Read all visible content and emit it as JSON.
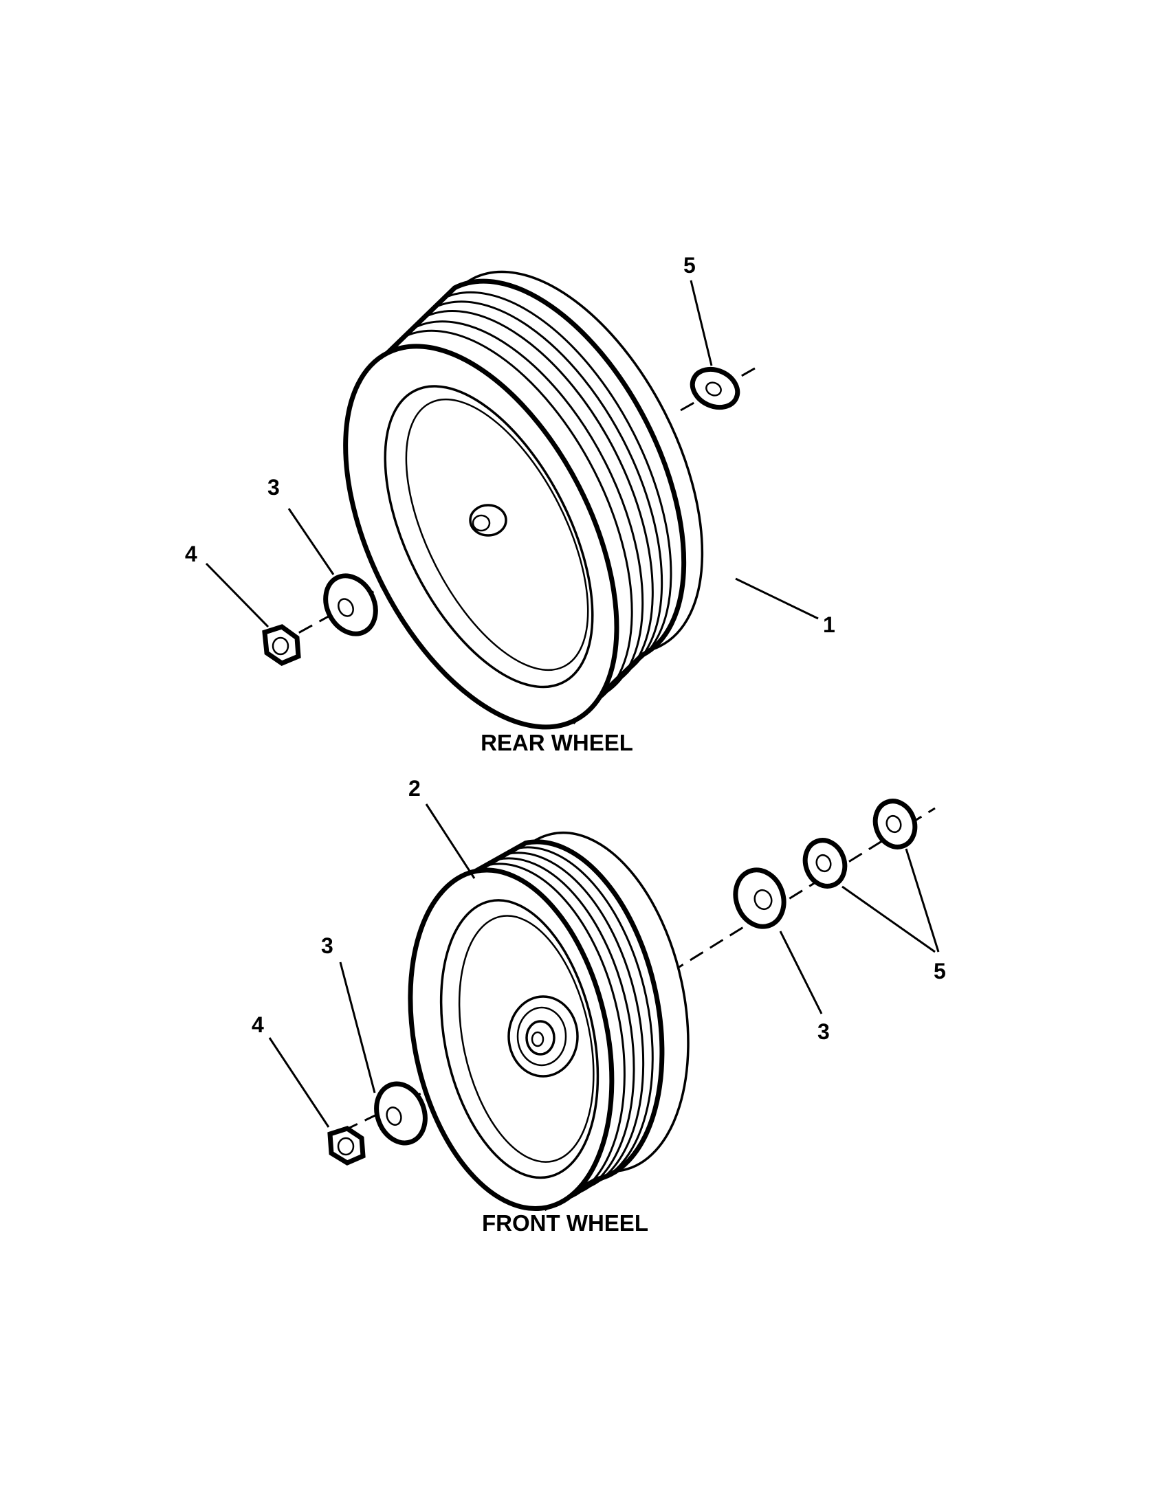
{
  "diagram": {
    "rear_section": {
      "caption": "REAR WHEEL",
      "callouts": {
        "tire": "1",
        "washer_flat": "3",
        "nut": "4",
        "washer_inner": "5"
      }
    },
    "front_section": {
      "caption": "FRONT WHEEL",
      "callouts": {
        "tire": "2",
        "washer_left": "3",
        "washer_right": "3",
        "nut": "4",
        "washers_pair": "5"
      }
    }
  }
}
